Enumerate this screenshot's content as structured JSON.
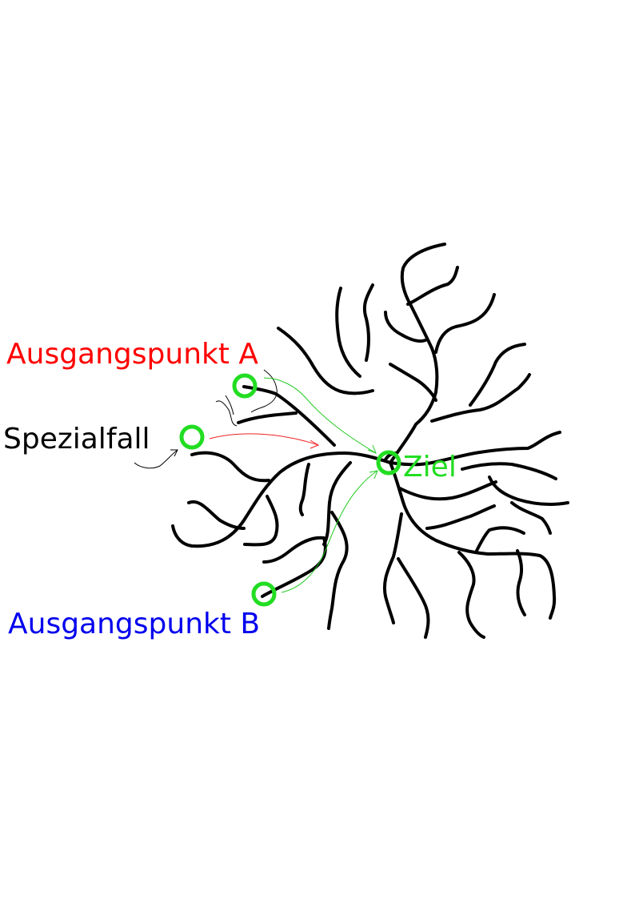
{
  "labels": {
    "start_a": "Ausgangspunkt A",
    "start_b": "Ausgangspunkt B",
    "special": "Spezialfall",
    "goal": "Ziel"
  },
  "colors": {
    "start_a": "#ff0000",
    "start_b": "#0000ee",
    "special": "#000000",
    "goal": "#22dd22",
    "tree": "#000000",
    "arrow_red": "#ee2222",
    "arrow_green": "#22cc22"
  }
}
